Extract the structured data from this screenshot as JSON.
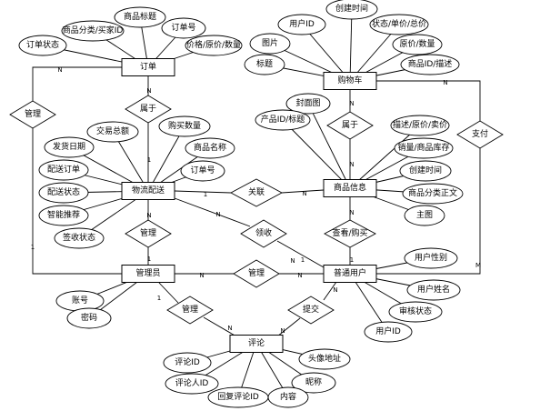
{
  "entities": [
    {
      "id": "order",
      "label": "订单"
    },
    {
      "id": "cart",
      "label": "购物车"
    },
    {
      "id": "logistics",
      "label": "物流配送"
    },
    {
      "id": "product",
      "label": "商品信息"
    },
    {
      "id": "admin",
      "label": "管理员"
    },
    {
      "id": "user",
      "label": "普通用户"
    },
    {
      "id": "comment",
      "label": "评论"
    }
  ],
  "relationships": [
    {
      "id": "r_manage_order",
      "label": "管理"
    },
    {
      "id": "r_belong_order",
      "label": "属于"
    },
    {
      "id": "r_belong_cart",
      "label": "属于"
    },
    {
      "id": "r_pay",
      "label": "支付"
    },
    {
      "id": "r_related",
      "label": "关联"
    },
    {
      "id": "r_manage_log",
      "label": "管理"
    },
    {
      "id": "r_view_buy",
      "label": "查看/购买"
    },
    {
      "id": "r_receive",
      "label": "领收"
    },
    {
      "id": "r_manage_user",
      "label": "管理"
    },
    {
      "id": "r_manage_comment",
      "label": "管理"
    },
    {
      "id": "r_submit",
      "label": "提交"
    }
  ],
  "attributes": [
    {
      "id": "a_order_status",
      "label": "订单状态"
    },
    {
      "id": "a_cat_buyer",
      "label": "商品分类/买家ID"
    },
    {
      "id": "a_order_title",
      "label": "商品标题"
    },
    {
      "id": "a_order_no",
      "label": "订单号"
    },
    {
      "id": "a_price_qty",
      "label": "价格/原价/数量"
    },
    {
      "id": "a_user_id",
      "label": "用户ID"
    },
    {
      "id": "a_cart_ctime",
      "label": "创建时间"
    },
    {
      "id": "a_state_unit_total",
      "label": "状态/单价/总价"
    },
    {
      "id": "a_image",
      "label": "图片"
    },
    {
      "id": "a_orig_qty",
      "label": "原价/数量"
    },
    {
      "id": "a_cart_title",
      "label": "标题"
    },
    {
      "id": "a_prod_desc",
      "label": "商品ID/描述"
    },
    {
      "id": "a_trade_total",
      "label": "交易总额"
    },
    {
      "id": "a_buy_qty",
      "label": "购买数量"
    },
    {
      "id": "a_ship_date",
      "label": "发货日期"
    },
    {
      "id": "a_prod_name",
      "label": "商品名称"
    },
    {
      "id": "a_dispatch_order",
      "label": "配送订单"
    },
    {
      "id": "a_log_order_no",
      "label": "订单号"
    },
    {
      "id": "a_dispatch_status",
      "label": "配送状态"
    },
    {
      "id": "a_smart_rec",
      "label": "智能推荐"
    },
    {
      "id": "a_sign_status",
      "label": "签收状态"
    },
    {
      "id": "a_cover",
      "label": "封面图"
    },
    {
      "id": "a_pid_title",
      "label": "产品ID/标题"
    },
    {
      "id": "a_desc_orig_sale",
      "label": "描述/原价/卖价"
    },
    {
      "id": "a_sales_stock",
      "label": "销量/商品库存"
    },
    {
      "id": "a_prod_ctime",
      "label": "创建时间"
    },
    {
      "id": "a_cat_text",
      "label": "商品分类正文"
    },
    {
      "id": "a_main_img",
      "label": "主图"
    },
    {
      "id": "a_account",
      "label": "账号"
    },
    {
      "id": "a_password",
      "label": "密码"
    },
    {
      "id": "a_gender",
      "label": "用户性别"
    },
    {
      "id": "a_name",
      "label": "用户姓名"
    },
    {
      "id": "a_review_status",
      "label": "审核状态"
    },
    {
      "id": "a_uid",
      "label": "用户ID"
    },
    {
      "id": "a_comment_id",
      "label": "评论ID"
    },
    {
      "id": "a_avatar",
      "label": "头像地址"
    },
    {
      "id": "a_commenter_id",
      "label": "评论人ID"
    },
    {
      "id": "a_nickname",
      "label": "昵称"
    },
    {
      "id": "a_reply_id",
      "label": "回复评论ID"
    },
    {
      "id": "a_content",
      "label": "内容"
    }
  ],
  "cardinalities": [
    {
      "id": "c1",
      "label": "N"
    },
    {
      "id": "c2",
      "label": "1"
    },
    {
      "id": "c3",
      "label": "N"
    },
    {
      "id": "c4",
      "label": "1"
    },
    {
      "id": "c5",
      "label": "N"
    },
    {
      "id": "c6",
      "label": "N"
    },
    {
      "id": "c7",
      "label": "N"
    },
    {
      "id": "c8",
      "label": "M"
    },
    {
      "id": "c9",
      "label": "1"
    },
    {
      "id": "c10",
      "label": "N"
    },
    {
      "id": "c11",
      "label": "N"
    },
    {
      "id": "c12",
      "label": "1"
    },
    {
      "id": "c13",
      "label": "N"
    },
    {
      "id": "c14",
      "label": "1"
    },
    {
      "id": "c15",
      "label": "N"
    },
    {
      "id": "c16",
      "label": "1"
    },
    {
      "id": "c17",
      "label": "N"
    },
    {
      "id": "c18",
      "label": "N"
    },
    {
      "id": "c19",
      "label": "1"
    },
    {
      "id": "c20",
      "label": "N"
    },
    {
      "id": "c21",
      "label": "N"
    },
    {
      "id": "c22",
      "label": "N"
    },
    {
      "id": "c23",
      "label": "N"
    }
  ]
}
